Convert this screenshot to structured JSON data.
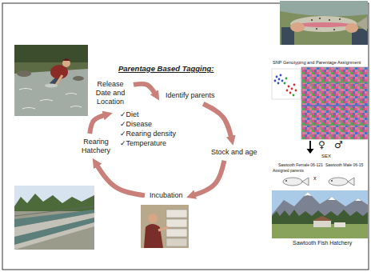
{
  "diagram": {
    "title": "Parentage Based Tagging:",
    "nodes": [
      {
        "text": [
          "Release Date and Location"
        ]
      },
      {
        "text": [
          "Identify parents"
        ]
      },
      {
        "text": [
          "Stock and age"
        ]
      },
      {
        "text": [
          "Incubation"
        ]
      },
      {
        "text": [
          "Rearing Hatchery"
        ]
      }
    ],
    "edges": [
      {
        "from": 0,
        "to": 1,
        "arrow": "to"
      },
      {
        "from": 1,
        "to": 2,
        "arrow": "to"
      },
      {
        "from": 2,
        "to": 3,
        "arrow": "to"
      },
      {
        "from": 3,
        "to": 4,
        "arrow": "to"
      },
      {
        "from": 4,
        "to": 0,
        "arrow": "to"
      }
    ],
    "labels": [
      "SNP Genotyping and Parentage Assignment",
      "✓Diet",
      "✓Disease",
      "✓Rearing density",
      "✓Temperature",
      "♀",
      "♂",
      "SEX",
      "Sawtooth Female 06-121",
      "Sawtooth Male 06-15",
      "Assigned parents",
      "x",
      "Sawtooth Fish Hatchery"
    ]
  }
}
